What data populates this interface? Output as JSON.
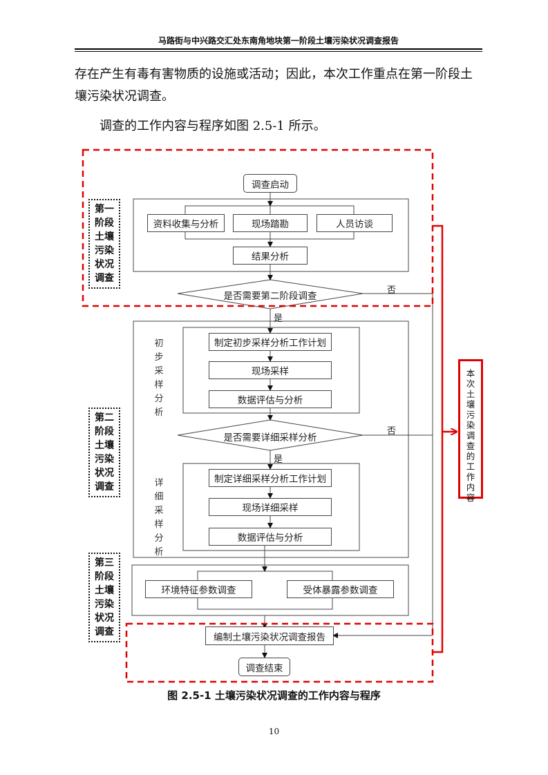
{
  "header": {
    "title": "马路街与中兴路交汇处东南角地块第一阶段土壤污染状况调查报告"
  },
  "body": {
    "para1_line1": "存在产生有毒有害物质的设施或活动；因此，本次工作重点在第一阶段土",
    "para1_line2": "壤污染状况调查。",
    "para2": "调查的工作内容与程序如图 2.5-1 所示。"
  },
  "flowchart": {
    "start": "调查启动",
    "phase1": {
      "label": "第一阶段土壤污染状况调查",
      "label_lines": [
        "第一",
        "阶段",
        "土壤",
        "污染",
        "状况",
        "调查"
      ],
      "tasks": [
        "资料收集与分析",
        "现场踏勘",
        "人员访谈"
      ],
      "result": "结果分析",
      "decision": "是否需要第二阶段调查"
    },
    "phase2": {
      "label": "第二阶段土壤污染状况调查",
      "label_lines": [
        "第二",
        "阶段",
        "土壤",
        "污染",
        "状况",
        "调查"
      ],
      "initial": {
        "side_label": [
          "初",
          "步",
          "采",
          "样",
          "分",
          "析"
        ],
        "steps": [
          "制定初步采样分析工作计划",
          "现场采样",
          "数据评估与分析"
        ]
      },
      "decision": "是否需要详细采样分析",
      "detailed": {
        "side_label": [
          "详",
          "细",
          "采",
          "样",
          "分",
          "析"
        ],
        "steps": [
          "制定详细采样分析工作计划",
          "现场详细采样",
          "数据评估与分析"
        ]
      }
    },
    "phase3": {
      "label": "第三阶段土壤污染状况调查",
      "label_lines": [
        "第三",
        "阶段",
        "土壤",
        "污染",
        "状况",
        "调查"
      ],
      "tasks": [
        "环境特征参数调查",
        "受体暴露参数调查"
      ]
    },
    "report": "编制土壤污染状况调查报告",
    "end": "调查结束",
    "yes": "是",
    "no": "否",
    "scope_label": [
      "本",
      "次",
      "土",
      "壤",
      "污",
      "染",
      "调",
      "查",
      "的",
      "工",
      "作",
      "内",
      "容"
    ],
    "colors": {
      "highlight": "#e00000",
      "line": "#444444"
    }
  },
  "figure": {
    "caption": "图 2.5-1  土壤污染状况调查的工作内容与程序"
  },
  "footer": {
    "page_number": "10"
  }
}
